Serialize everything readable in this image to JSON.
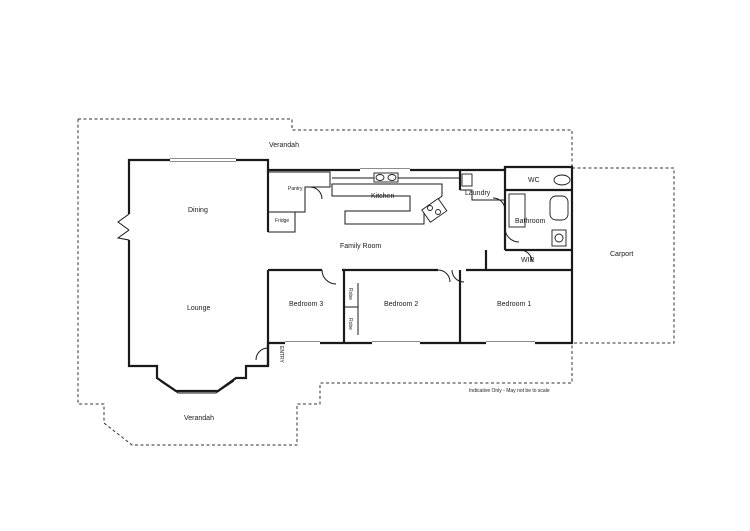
{
  "floorplan": {
    "rooms": {
      "verandah_top": "Verandah",
      "dining": "Dining",
      "lounge": "Lounge",
      "pantry": "Pantry",
      "fridge": "Fridge",
      "kitchen": "Kitchen",
      "laundry": "Laundry",
      "wc": "WC",
      "bathroom": "Bathroom",
      "family_room": "Family Room",
      "wir": "WIR",
      "carport": "Carport",
      "bedroom3": "Bedroom 3",
      "bedroom2": "Bedroom 2",
      "bedroom1": "Bedroom 1",
      "robe_upper": "Robe",
      "robe_lower": "Robe",
      "entry": "ENTRY",
      "verandah_bottom": "Verandah"
    },
    "note": "Indicative Only - May not be to scale"
  }
}
